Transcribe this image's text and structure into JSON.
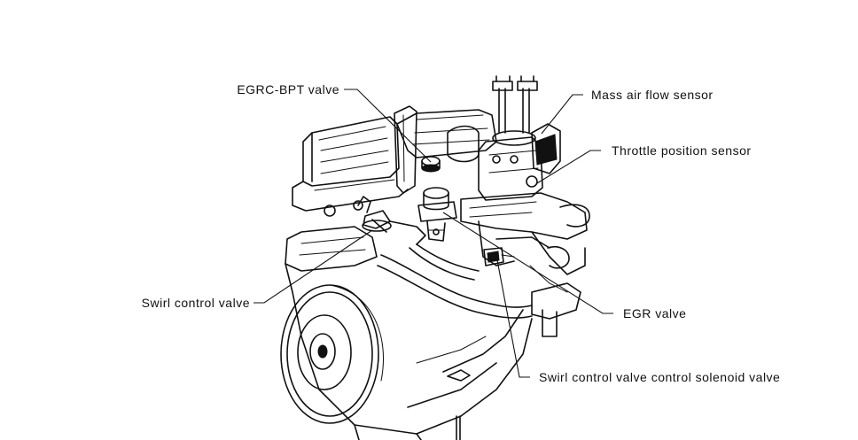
{
  "labels": {
    "egrc_bpt_valve": "EGRC-BPT valve",
    "mass_air_flow_sensor": "Mass air flow sensor",
    "throttle_position_sensor": "Throttle position sensor",
    "swirl_control_valve": "Swirl control valve",
    "egr_valve": "EGR valve",
    "swirl_control_solenoid_valve": "Swirl control valve control solenoid valve"
  },
  "colors": {
    "line": "#111111",
    "background": "#ffffff"
  }
}
